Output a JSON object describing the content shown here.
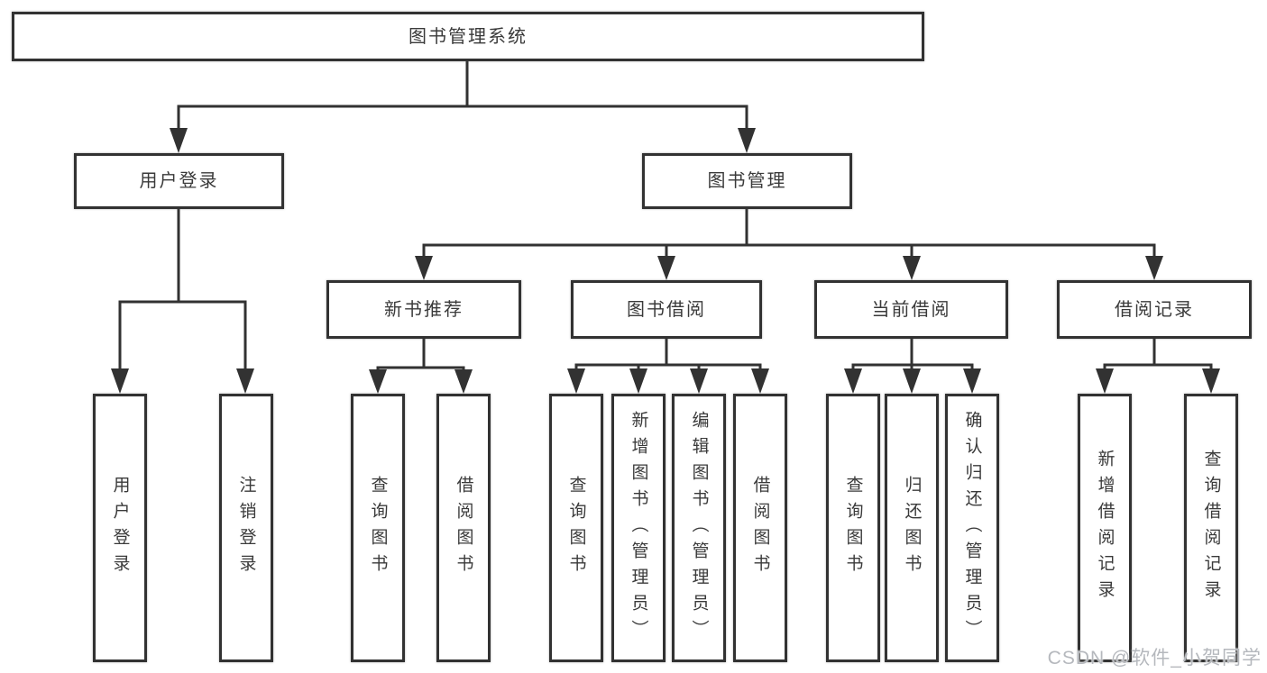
{
  "diagram": {
    "title": "图书管理系统",
    "branches": [
      {
        "label": "用户登录",
        "children": [
          {
            "label": "用户登录"
          },
          {
            "label": "注销登录"
          }
        ]
      },
      {
        "label": "图书管理",
        "children": [
          {
            "label": "新书推荐",
            "children": [
              {
                "label": "查询图书"
              },
              {
                "label": "借阅图书"
              }
            ]
          },
          {
            "label": "图书借阅",
            "children": [
              {
                "label": "查询图书"
              },
              {
                "label": "新增图书（管理员）"
              },
              {
                "label": "编辑图书（管理员）"
              },
              {
                "label": "借阅图书"
              }
            ]
          },
          {
            "label": "当前借阅",
            "children": [
              {
                "label": "查询图书"
              },
              {
                "label": "归还图书"
              },
              {
                "label": "确认归还（管理员）"
              }
            ]
          },
          {
            "label": "借阅记录",
            "children": [
              {
                "label": "新增借阅记录"
              },
              {
                "label": "查询借阅记录"
              }
            ]
          }
        ]
      }
    ]
  },
  "watermark": {
    "text": "CSDN @软件_小贺同学"
  },
  "colors": {
    "line": "#323232",
    "box_border": "#323232",
    "text": "#3a3a3a",
    "background": "#ffffff",
    "watermark": "#b5b8bd"
  }
}
